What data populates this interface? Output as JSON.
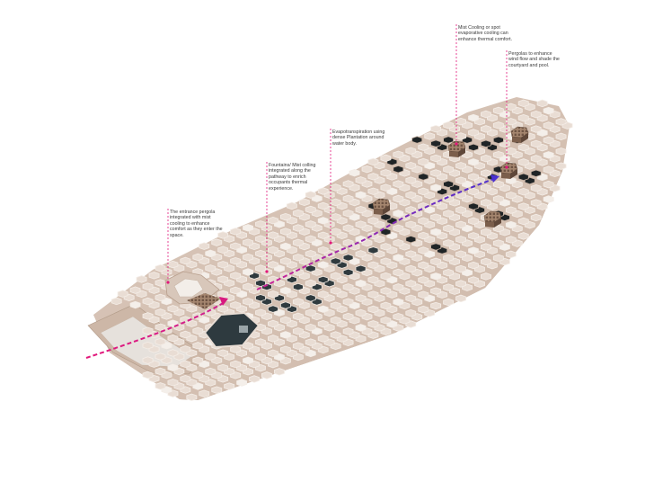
{
  "annotations": {
    "pergola_entrance": "The entrance pergola integrated with mist cooling to enhance comfort as they enter the space.",
    "fountains": "Fountains/ Mist colling integrated along the pathway to enrich occupants thermal experience.",
    "evapotranspiration": "Evapotranspiration using dense Plantation around water body.",
    "mist_cooling": "Mist Cooling or spot evaporative cooling can enhance thermal comfort.",
    "pergolas_wind": "Pergolas to enhance wind flow and shade the courtyard and pool."
  },
  "colors": {
    "slab_top": "#d6c2b4",
    "slab_side": "#bba392",
    "hex_light": "#e9ddd4",
    "hex_cut": "#2f3a3e",
    "pergola": "#9c7c64",
    "leader": "#e2177a",
    "path_start": "#e2177a",
    "path_end": "#4a2fd1"
  },
  "icons": {
    "flow_arrow": "airflow-arrow-icon",
    "pergola": "pergola-lattice-icon"
  }
}
